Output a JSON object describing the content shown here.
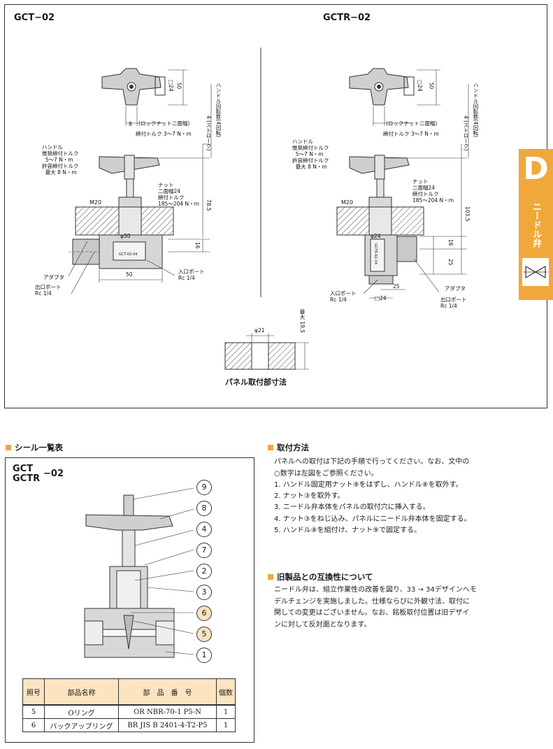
{
  "drawings": {
    "left_title": "GCT−02",
    "right_title": "GCTR−02",
    "left_labels": {
      "dim_50_top": "50",
      "sq24": "□24",
      "dim8": "8",
      "locknut": "(ロックナット二面幅)",
      "torque": "締付トルク 3～7 N・m",
      "handle_rot": "ハンドル回転数(4回転)",
      "stroke": "4 (ストローク)",
      "handle": "ハンドル\n推奨締付トルク\n  5～7 N・m\n許容締付トルク\n  最大 8 N・m",
      "nut": "ナット\n二面幅24\n締付トルク\n185～204 N・m",
      "m20": "M20",
      "dim785": "78.5",
      "phi50": "φ50",
      "dim16": "16",
      "dim50_bottom": "50",
      "inport": "入口ポート\nRc 1/4",
      "adapter": "アダプタ",
      "outport": "出口ポート\nRc 1/4",
      "plate": "GCT-02-34"
    },
    "right_labels": {
      "dim50": "50",
      "sq24": "□24",
      "locknut": "(ロックナット二面幅)",
      "torque": "締付トルク 3～7 N・m",
      "handle_rot": "ハンドル回転数(4回転)",
      "stroke": "4 (ストローク)",
      "handle": "ハンドル\n推奨締付トルク\n  5～7 N・m\n許容締付トルク\n  最大 8 N・m",
      "nut": "ナット\n二面幅24\n締付トルク\n185～204 N・m",
      "m20": "M20",
      "dim1035": "103.5",
      "phi24": "φ24",
      "dim16": "16",
      "dim25v": "25",
      "dim25h": "25",
      "sq24b": "□24",
      "inport": "入口ポート\nRc 1/4",
      "adapter": "アダプタ",
      "outport": "出口ポート\nRc 1/4",
      "plate": "GCTR-02-34"
    },
    "panel": {
      "phi21": "φ21",
      "max195": "最大 19.5",
      "caption": "パネル取付部寸法"
    }
  },
  "side_tab": {
    "letter": "D",
    "text": "ニードル弁"
  },
  "seal": {
    "section_title": "シール一覧表",
    "model_1": "GCT",
    "model_2": "GCTR",
    "suffix": "−02",
    "callouts": [
      "9",
      "8",
      "4",
      "7",
      "2",
      "3",
      "6",
      "5",
      "1"
    ],
    "headers": [
      "照号",
      "部品名称",
      "部　品　番　号",
      "個数"
    ],
    "rows": [
      [
        "5",
        "Oリング",
        "OR NBR-70-1 P5-N",
        "1"
      ],
      [
        "6",
        "バックアップリング",
        "BR JIS B 2401-4-T2-P5",
        "1"
      ]
    ]
  },
  "mounting": {
    "section_title": "取付方法",
    "intro_1": "パネルへの取付は下記の手順で行ってください。なお、文中の",
    "intro_2": "○数字は左図をご参照ください。",
    "steps": [
      "1. ハンドル固定用ナット⑨をはずし、ハンドル⑧を取外す。",
      "2. ナット③を取外す。",
      "3. ニードル弁本体をパネルの取付穴に挿入する。",
      "4. ナット③をねじ込み、パネルにニードル弁本体を固定する。",
      "5. ハンドル⑧を組付け、ナット⑨で固定する。"
    ]
  },
  "compat": {
    "section_title": "旧製品との互換性について",
    "lines": [
      "ニードル弁は、組立作業性の改善を図り、33 → 34デザインへモ",
      "デルチェンジを実施しました。仕様ならびに外観寸法、取付に",
      "関しての変更はございません。なお、銘板取付位置は旧デザイ",
      "ンに対して反対面となります。"
    ]
  }
}
